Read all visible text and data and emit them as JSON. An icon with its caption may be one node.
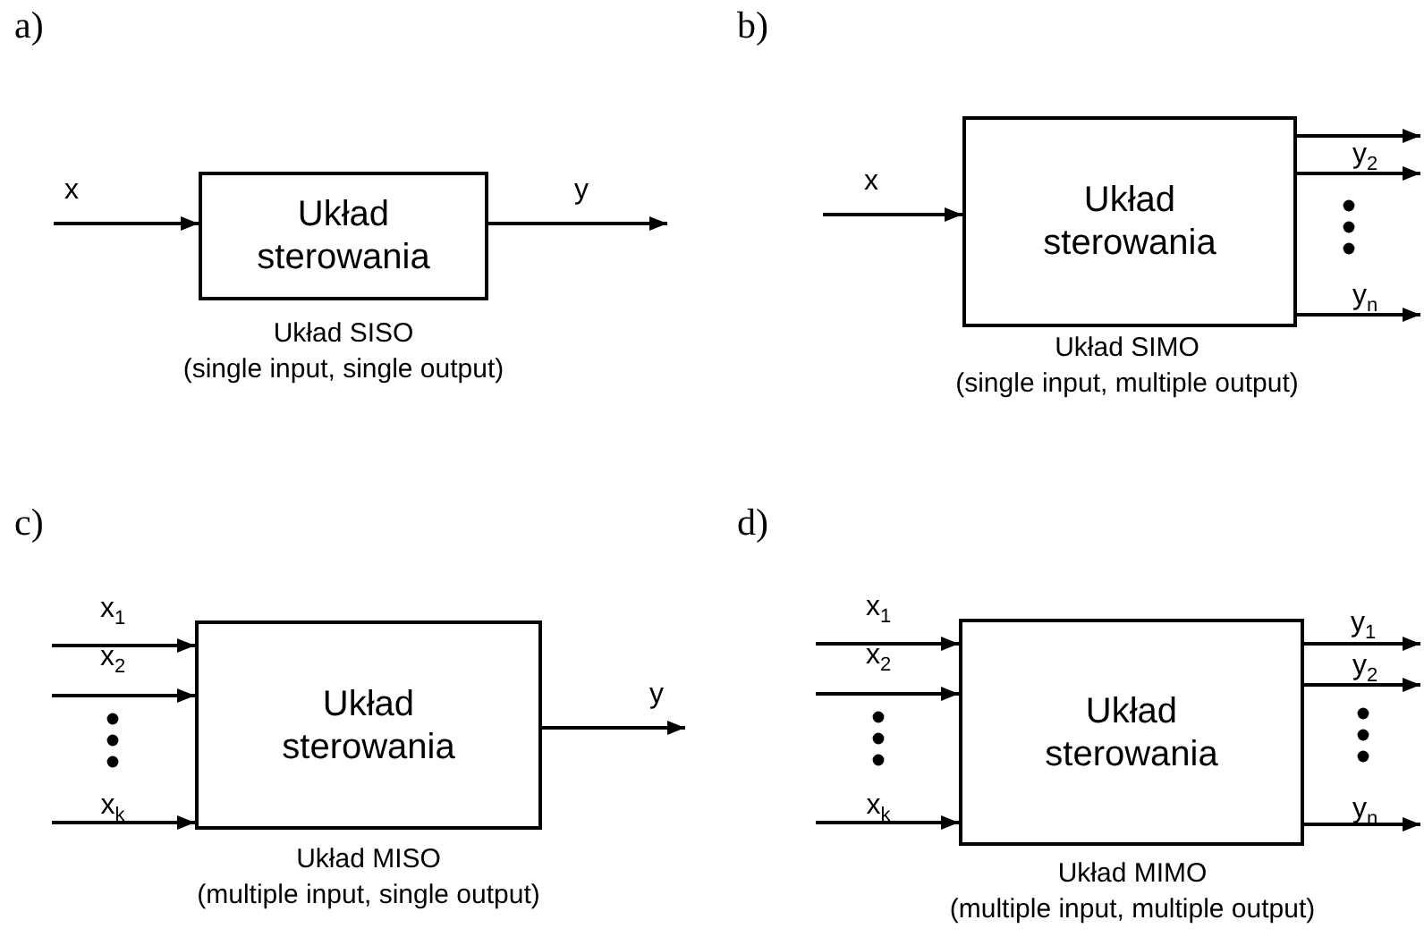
{
  "diagram": {
    "nodes": [
      {
        "text": [
          "Układ sterowania"
        ],
        "beside": [
          "Układ SISO",
          "(single input, single output)"
        ]
      },
      {
        "text": [
          "Układ sterowania"
        ],
        "beside": [
          "Układ SIMO",
          "(single input, multiple output)"
        ]
      },
      {
        "text": [
          "Układ sterowania"
        ],
        "beside": [
          "Układ MISO",
          "(multiple input, single output)"
        ]
      },
      {
        "text": [
          "Układ sterowania"
        ],
        "beside": [
          "Układ MIMO",
          "(multiple input, multiple output)"
        ]
      }
    ],
    "edges": [
      {
        "from": null,
        "to": 0,
        "arrow": "to",
        "label": "x"
      },
      {
        "from": 0,
        "to": null,
        "arrow": "to",
        "label": "y"
      },
      {
        "from": null,
        "to": 1,
        "arrow": "to",
        "label": "x"
      },
      {
        "from": 1,
        "to": null,
        "arrow": "to"
      },
      {
        "from": 1,
        "to": null,
        "arrow": "to",
        "label": "y$_{2}$"
      },
      {
        "from": 1,
        "to": null,
        "arrow": "to",
        "label": "y$_{n}$"
      },
      {
        "from": null,
        "to": 2,
        "arrow": "to",
        "label": "x$_{1}$"
      },
      {
        "from": null,
        "to": 2,
        "arrow": "to",
        "label": "x$_{2}$"
      },
      {
        "from": null,
        "to": 2,
        "arrow": "to",
        "label": "x$_{k}$"
      },
      {
        "from": 2,
        "to": null,
        "arrow": "to",
        "label": "y"
      },
      {
        "from": null,
        "to": 3,
        "arrow": "to",
        "label": "x$_{1}$"
      },
      {
        "from": null,
        "to": 3,
        "arrow": "to",
        "label": "x$_{2}$"
      },
      {
        "from": null,
        "to": 3,
        "arrow": "to",
        "label": "x$_{k}$"
      },
      {
        "from": 3,
        "to": null,
        "arrow": "to",
        "label": "y$_{1}$"
      },
      {
        "from": 3,
        "to": null,
        "arrow": "to",
        "label": "y$_{2}$"
      },
      {
        "from": 3,
        "to": null,
        "arrow": "to",
        "label": "y$_{n}$"
      }
    ],
    "labels": [
      "a)",
      "b)",
      "c)",
      "d)"
    ]
  }
}
